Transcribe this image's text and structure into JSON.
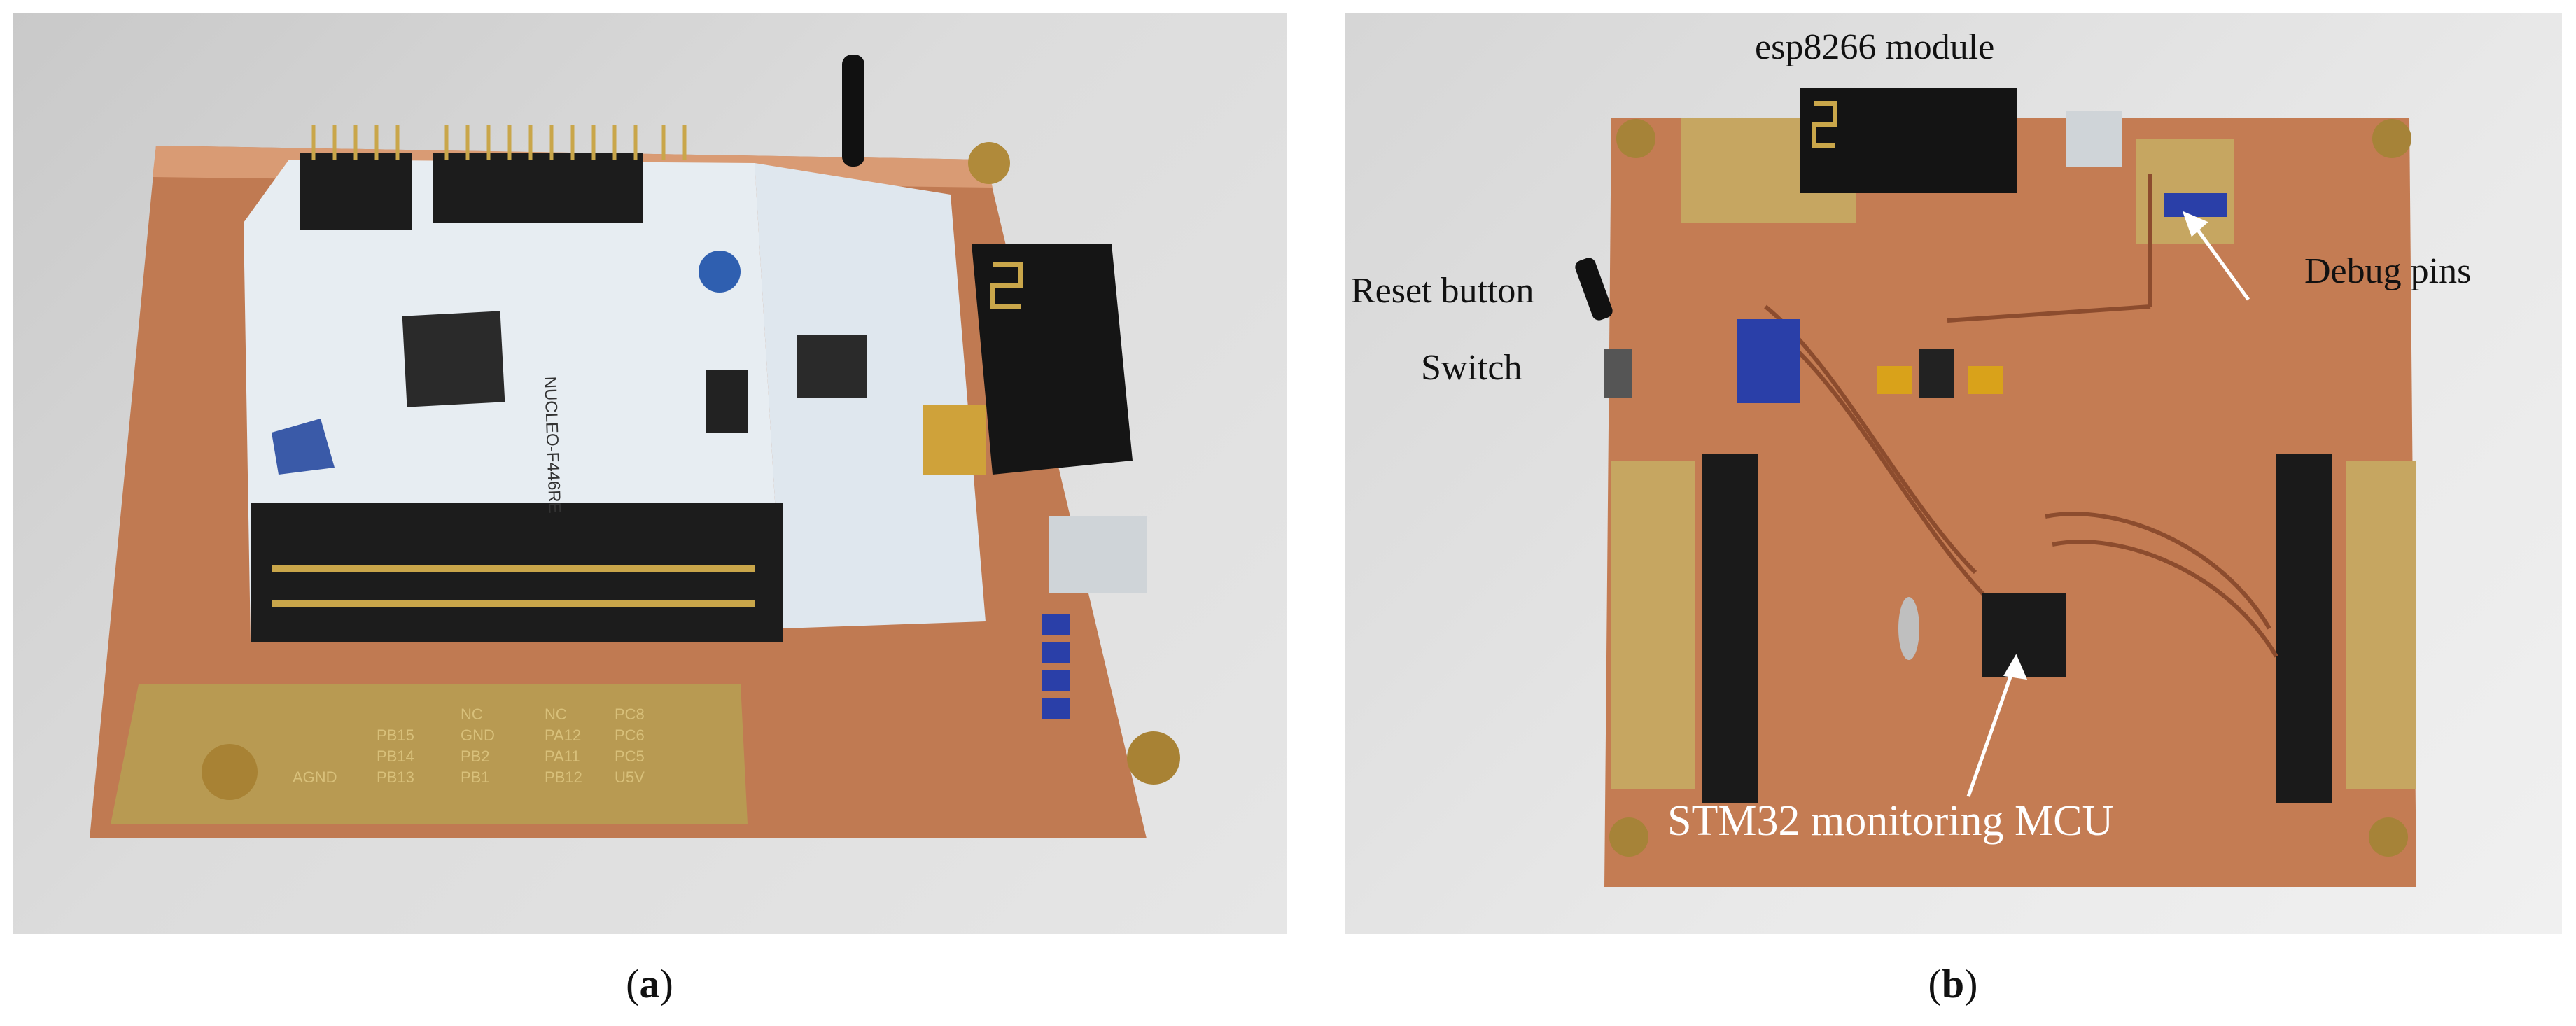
{
  "panels": [
    {
      "caption_open": "(",
      "caption_letter": "a",
      "caption_close": ")",
      "board_silkscreen": "NUCLEO-F446RE",
      "pin_labels": [
        "PC8",
        "PC6",
        "PC5",
        "U5V",
        "NC",
        "PA12",
        "PA11",
        "PB12",
        "NC",
        "GND",
        "PB2",
        "PB1",
        "PB15",
        "PB14",
        "PB13",
        "AGND"
      ]
    },
    {
      "caption_open": "(",
      "caption_letter": "b",
      "caption_close": ")",
      "annotations": {
        "esp_module": "esp8266 module",
        "reset_button": "Reset button",
        "switch": "Switch",
        "debug_pins": "Debug pins",
        "mcu": "STM32 monitoring MCU"
      }
    }
  ],
  "colors": {
    "copper": "#c9825a",
    "copper_dark": "#9c5634",
    "gold_pad": "#c8a65a",
    "nucleo_white": "#e8eef3",
    "header_black": "#1c1c1c",
    "esp_black": "#151515",
    "debug_blue": "#2a3fa8"
  }
}
